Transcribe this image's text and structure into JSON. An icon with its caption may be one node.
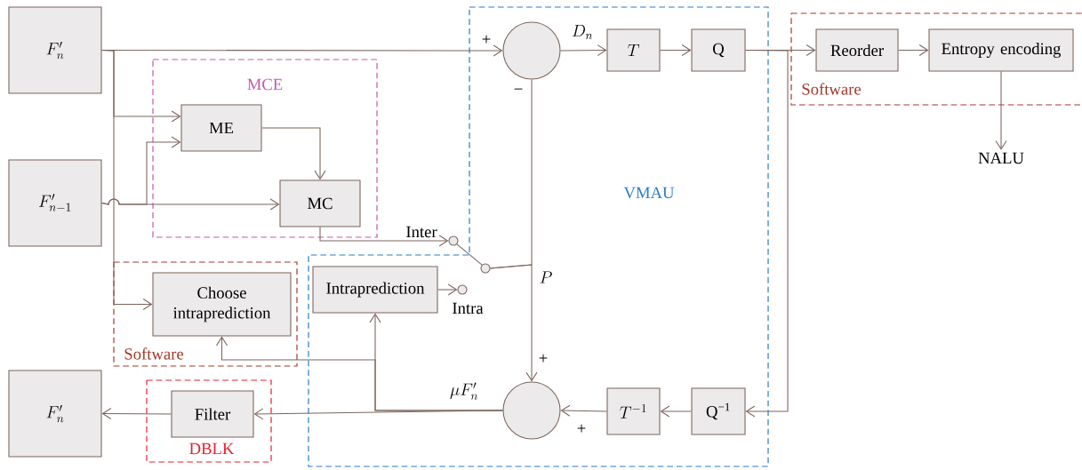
{
  "diagram": {
    "nodes": [
      {
        "text": [
          "F'_n"
        ]
      },
      {
        "text": [
          "MCE"
        ]
      },
      {
        "text": [
          "ME"
        ],
        "in": 1
      },
      {
        "text": [
          "F'_{n-1}"
        ]
      },
      {
        "text": [
          "MC"
        ],
        "in": 1
      },
      {
        "text": [
          "VMAU"
        ]
      },
      {
        "text": [],
        "shape": "circle",
        "in": 5
      },
      {
        "text": [
          "T"
        ],
        "in": 5
      },
      {
        "text": [
          "Q"
        ],
        "in": 5
      },
      {
        "text": [
          "Software"
        ]
      },
      {
        "text": [
          "Reorder"
        ],
        "in": 9
      },
      {
        "text": [
          "Entropy encoding"
        ],
        "in": 9
      },
      {
        "text": [
          "NALU"
        ]
      },
      {
        "text": [],
        "shape": "circle",
        "beside": [
          "Inter"
        ]
      },
      {
        "text": [],
        "shape": "circle",
        "in": 5
      },
      {
        "text": [
          "Software"
        ]
      },
      {
        "text": [
          "Choose intraprediction"
        ],
        "in": 15
      },
      {
        "text": [],
        "shape": "circle",
        "beside": [
          "Intra"
        ],
        "in": 5
      },
      {
        "text": [
          "Intraprediction"
        ],
        "in": 5
      },
      {
        "text": [],
        "shape": "circle",
        "in": 5
      },
      {
        "text": [
          "T^{-1}"
        ],
        "in": 5
      },
      {
        "text": [
          "Q$^{−1}$"
        ],
        "in": 5
      },
      {
        "text": [
          "DBLK"
        ]
      },
      {
        "text": [
          "Filter"
        ],
        "in": 22
      },
      {
        "text": [
          "F'_n"
        ]
      }
    ],
    "edges": [
      {
        "from": 0,
        "to": 6,
        "arrow": "to"
      },
      {
        "from": 0,
        "to": 2,
        "arrow": "to"
      },
      {
        "from": 0,
        "to": 16,
        "arrow": "to"
      },
      {
        "from": 3,
        "to": 2,
        "arrow": "to"
      },
      {
        "from": 3,
        "to": 4,
        "arrow": "to"
      },
      {
        "from": 2,
        "to": 4,
        "arrow": "to"
      },
      {
        "from": 4,
        "to": 13,
        "arrow": "to"
      },
      {
        "from": 14,
        "to": 13,
        "arrow": "none"
      },
      {
        "from": 14,
        "to": 6,
        "arrow": "none"
      },
      {
        "from": 14,
        "to": 19,
        "arrow": "to"
      },
      {
        "from": 6,
        "to": 7,
        "arrow": "to",
        "label": "D_n"
      },
      {
        "from": 7,
        "to": 8,
        "arrow": "to"
      },
      {
        "from": 8,
        "to": 10,
        "arrow": "to"
      },
      {
        "from": 8,
        "to": 21,
        "arrow": "to"
      },
      {
        "from": 10,
        "to": 11,
        "arrow": "to"
      },
      {
        "from": 11,
        "to": 12,
        "arrow": "to"
      },
      {
        "from": 18,
        "to": 17,
        "arrow": "to"
      },
      {
        "from": 21,
        "to": 20,
        "arrow": "to"
      },
      {
        "from": 20,
        "to": 19,
        "arrow": "to"
      },
      {
        "from": 19,
        "to": 23,
        "arrow": "to",
        "label": "\\mu F'_n"
      },
      {
        "from": 19,
        "to": 18,
        "arrow": "to"
      },
      {
        "from": 19,
        "to": 16,
        "arrow": "to"
      },
      {
        "from": 23,
        "to": 24,
        "arrow": "to"
      }
    ],
    "labels": [
      "+",
      "−",
      "P",
      "+",
      "+"
    ]
  }
}
